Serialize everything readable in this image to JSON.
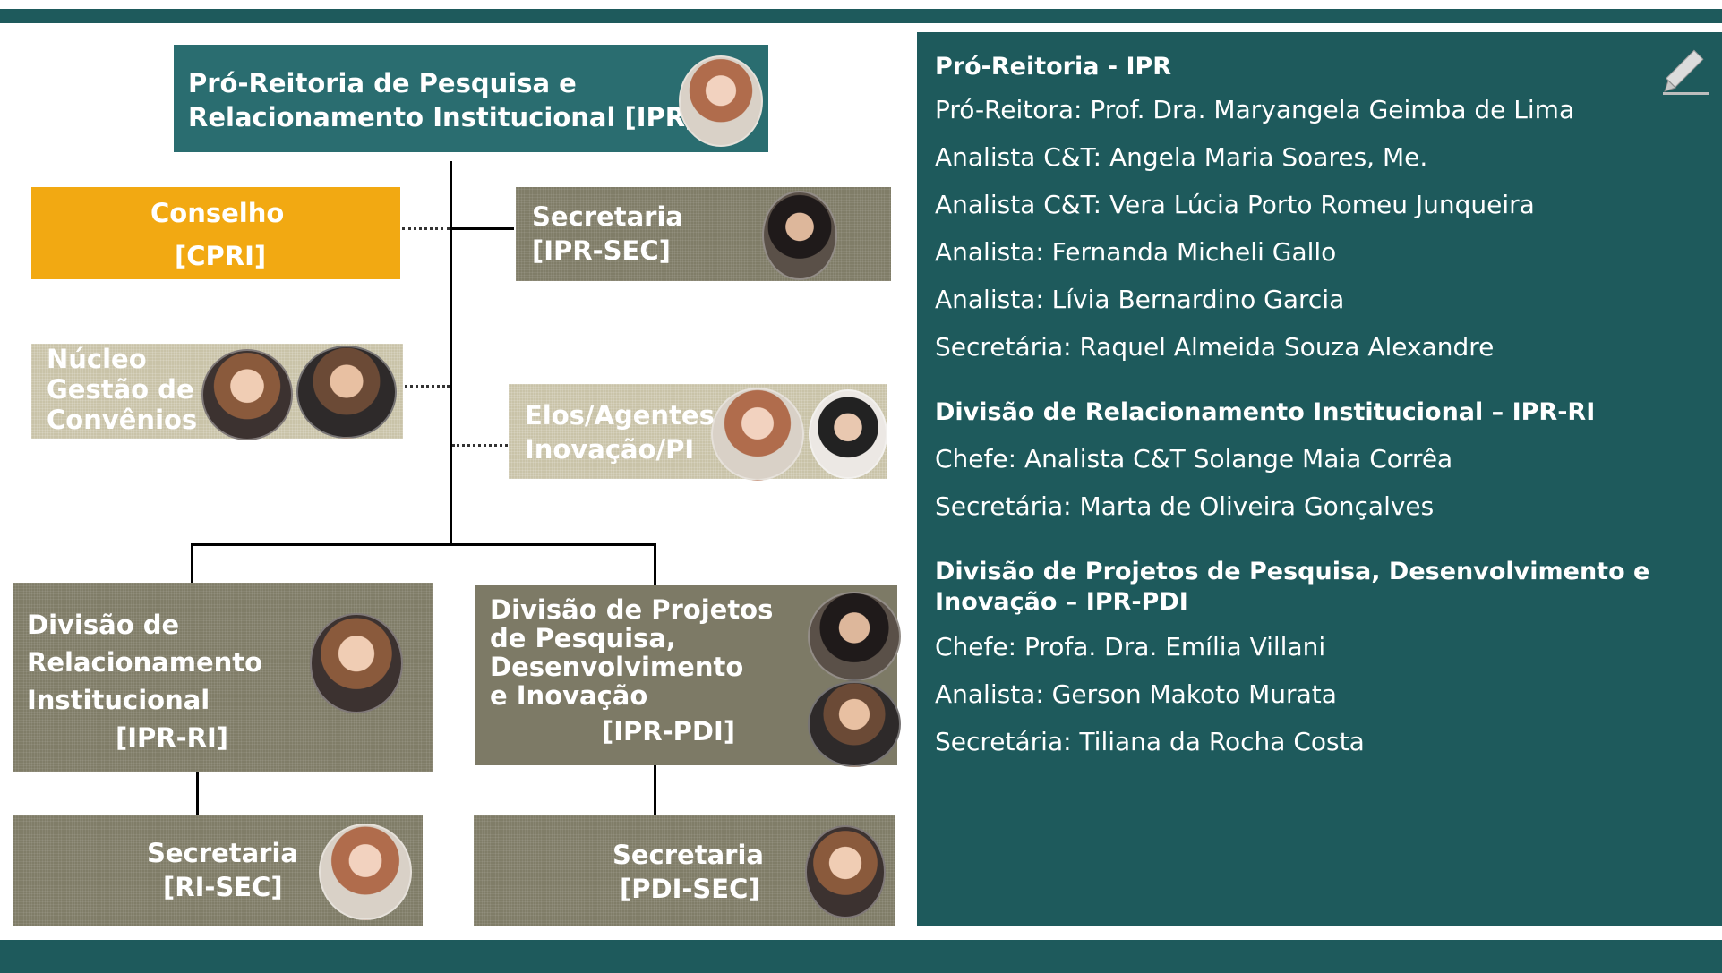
{
  "org": {
    "ipr": {
      "line1": "Pró-Reitoria de Pesquisa e",
      "line2": "Relacionamento Institucional  [IPR]"
    },
    "conselho": {
      "line1": "Conselho",
      "line2": "[CPRI]"
    },
    "secretaria": {
      "line1": "Secretaria",
      "line2": "[IPR-SEC]"
    },
    "nucleo": {
      "line1": "Núcleo",
      "line2": "Gestão de",
      "line3": "Convênios"
    },
    "elos": {
      "line1": "Elos/Agentes",
      "line2": "Inovação/PI"
    },
    "div_ri": {
      "line1": "Divisão de",
      "line2": "Relacionamento",
      "line3": "Institucional",
      "line4": "[IPR-RI]"
    },
    "div_pdi": {
      "line1": "Divisão de Projetos",
      "line2": "de Pesquisa,",
      "line3": "Desenvolvimento",
      "line4": "e Inovação",
      "line5": "[IPR-PDI]"
    },
    "sec_ri": {
      "line1": "Secretaria",
      "line2": "[RI-SEC]"
    },
    "sec_pdi": {
      "line1": "Secretaria",
      "line2": "[PDI-SEC]"
    }
  },
  "panel": {
    "s1_title": "Pró-Reitoria - IPR",
    "s1_lines": [
      "Pró-Reitora: Prof. Dra. Maryangela Geimba de Lima",
      "Analista C&T:  Angela Maria Soares, Me.",
      "Analista C&T: Vera Lúcia Porto Romeu Junqueira",
      "Analista: Fernanda Micheli Gallo",
      "Analista: Lívia Bernardino Garcia",
      "Secretária: Raquel Almeida Souza Alexandre"
    ],
    "s2_title": "Divisão de Relacionamento Institucional – IPR-RI",
    "s2_lines": [
      "Chefe: Analista C&T Solange Maia Corrêa",
      "Secretária: Marta de Oliveira Gonçalves"
    ],
    "s3_title_1": "Divisão de Projetos de Pesquisa, Desenvolvimento e",
    "s3_title_2": "Inovação – IPR-PDI",
    "s3_lines": [
      "Chefe: Profa. Dra. Emília Villani",
      "Analista: Gerson Makoto Murata",
      "Secretária: Tiliana da Rocha Costa"
    ]
  },
  "colors": {
    "teal": "#1e5a5c",
    "box_teal": "#2a6d70",
    "orange": "#f2a912",
    "olive": "#7d7a66"
  },
  "icons": {
    "edit": "pencil-icon"
  }
}
